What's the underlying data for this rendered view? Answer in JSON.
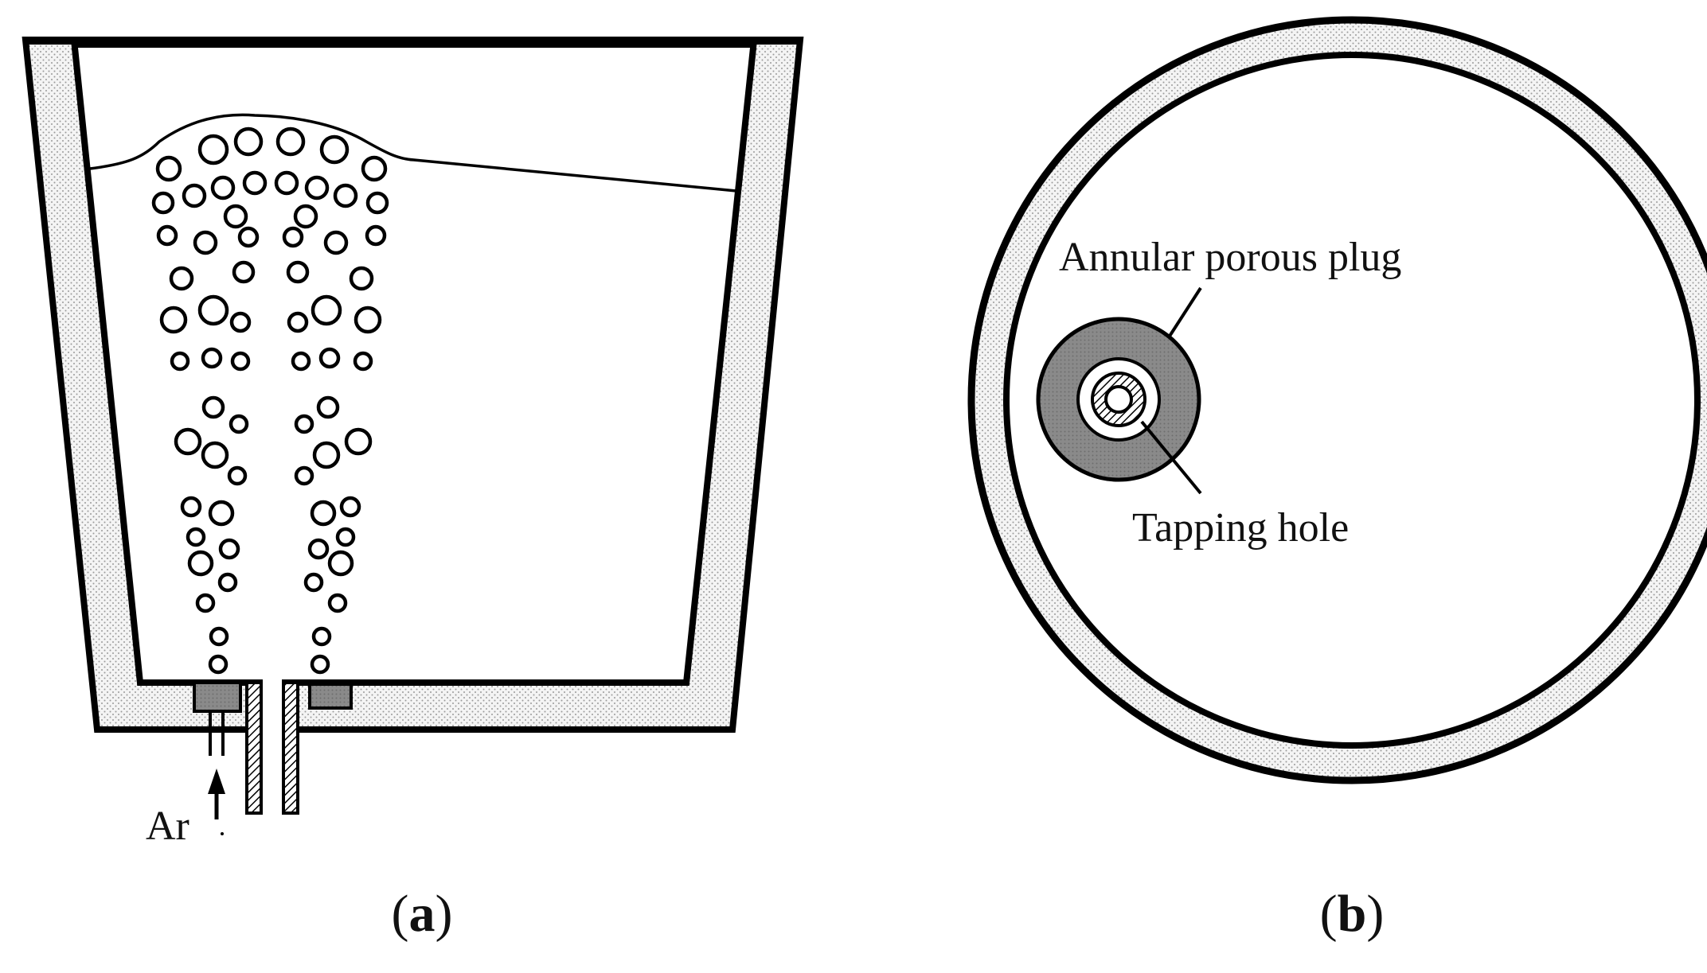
{
  "panel_a": {
    "gas_label": "Ar",
    "caption": {
      "open": "(",
      "letter": "a",
      "close": ")"
    }
  },
  "panel_b": {
    "plug_label": "Annular porous plug",
    "hole_label": "Tapping hole",
    "caption": {
      "open": "(",
      "letter": "b",
      "close": ")"
    }
  },
  "colors": {
    "outline": "#000000",
    "refractory_fill": "#f3f3f3",
    "refractory_dots": "#9a9a9a",
    "plug_fill": "#8c8c8c",
    "background": "#ffffff"
  },
  "icons": {
    "gas_flow": "arrow-up-icon",
    "bubble": "circle-outline"
  }
}
